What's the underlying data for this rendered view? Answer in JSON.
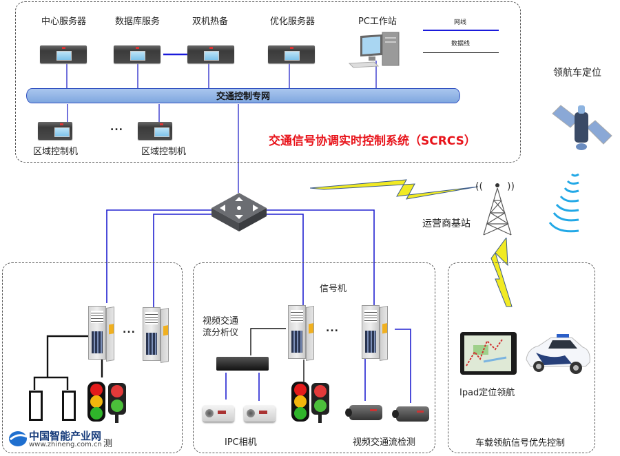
{
  "system": {
    "title": "交通信号协调实时控制系统（SCRCS）",
    "title_color": "#e8141b",
    "network_bus": "交通控制专网",
    "servers": [
      {
        "label": "中心服务器"
      },
      {
        "label": "数据库服务"
      },
      {
        "label": "双机热备"
      },
      {
        "label": "优化服务器"
      }
    ],
    "workstation": "PC工作站",
    "zone_controllers": [
      {
        "label": "区域控制机"
      },
      {
        "label": "区域控制机"
      }
    ],
    "ellipsis": "..."
  },
  "legend": {
    "network_line": "网线",
    "network_color": "#1a1adb",
    "data_line": "数据线",
    "data_color": "#222222"
  },
  "right_side": {
    "satellite_label": "领航车定位",
    "base_station_label": "运营商基站"
  },
  "bottom_left": {
    "caption": "测",
    "watermark_cn": "中国智能产业网",
    "watermark_url": "www.zhineng.com.cn"
  },
  "bottom_middle": {
    "signal_label": "信号机",
    "analyzer_label_1": "视频交通",
    "analyzer_label_2": "流分析仪",
    "ipc_label": "IPC相机",
    "detect_label": "视频交通流检测"
  },
  "bottom_right": {
    "ipad_label": "Ipad定位领航",
    "caption": "车载领航信号优先控制"
  }
}
